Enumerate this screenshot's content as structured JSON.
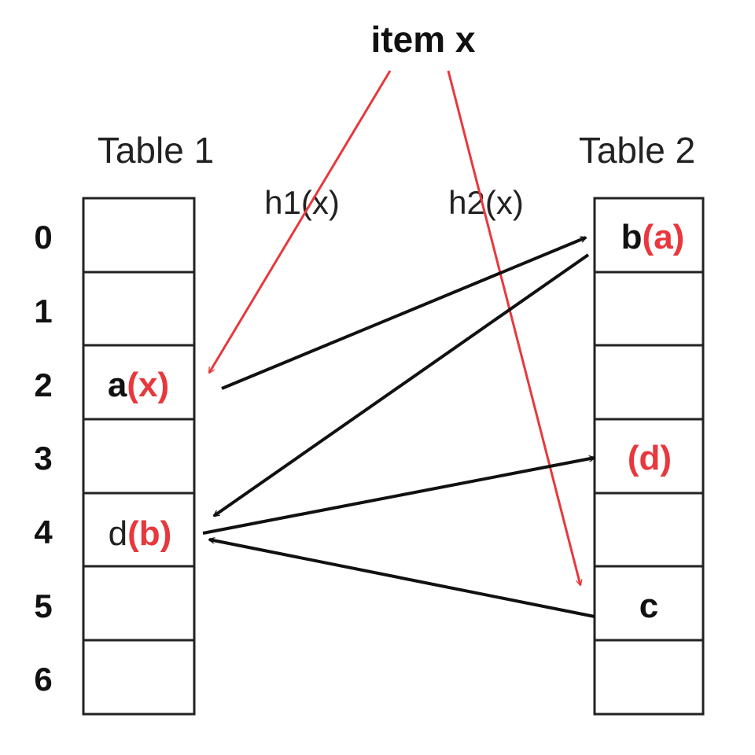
{
  "title": "item x",
  "table1": {
    "label": "Table 1",
    "rows": [
      "0",
      "1",
      "2",
      "3",
      "4",
      "5",
      "6"
    ],
    "cells": {
      "2": {
        "key": "a",
        "paren": "(x)"
      },
      "4": {
        "key": "d",
        "paren": "(b)"
      }
    }
  },
  "table2": {
    "label": "Table 2",
    "cells": {
      "0": {
        "key": "b",
        "paren": "(a)"
      },
      "3": {
        "key": "",
        "paren": "(d)"
      },
      "5": {
        "key": "c",
        "paren": ""
      }
    }
  },
  "hash_labels": {
    "h1": "h1(x)",
    "h2": "h2(x)"
  },
  "colors": {
    "hash": "#e8383d",
    "move": "#111111",
    "grid": "#222222"
  }
}
